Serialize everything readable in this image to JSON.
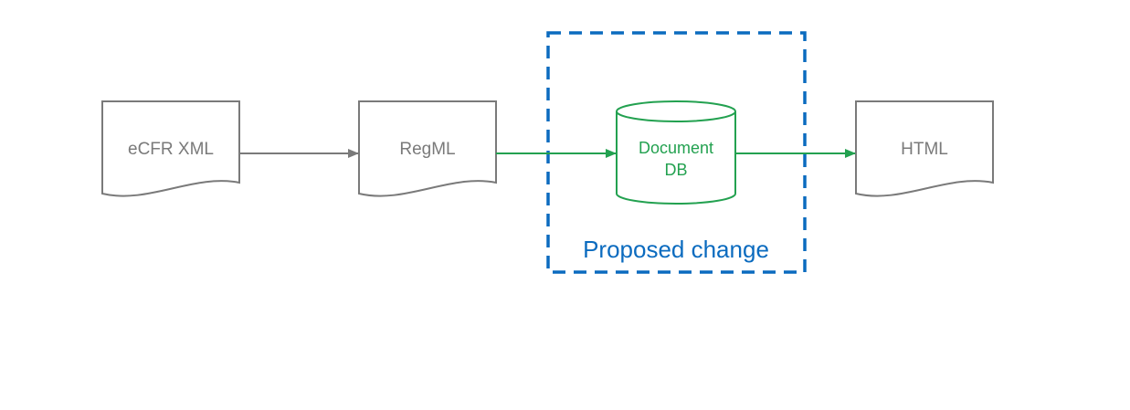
{
  "colors": {
    "gray": "#7a7a7a",
    "green": "#23a150",
    "blue": "#0b6bbf",
    "background": "#ffffff"
  },
  "nodes": {
    "ecfr_xml": {
      "label": "eCFR XML",
      "shape": "document"
    },
    "regml": {
      "label": "RegML",
      "shape": "document"
    },
    "document_db": {
      "label_line1": "Document",
      "label_line2": "DB",
      "shape": "cylinder"
    },
    "html": {
      "label": "HTML",
      "shape": "document"
    }
  },
  "group": {
    "label": "Proposed change",
    "style": "dashed"
  },
  "edges": [
    {
      "from": "eCFR XML",
      "to": "RegML",
      "color": "gray"
    },
    {
      "from": "RegML",
      "to": "Document DB",
      "color": "green"
    },
    {
      "from": "Document DB",
      "to": "HTML",
      "color": "green"
    }
  ]
}
